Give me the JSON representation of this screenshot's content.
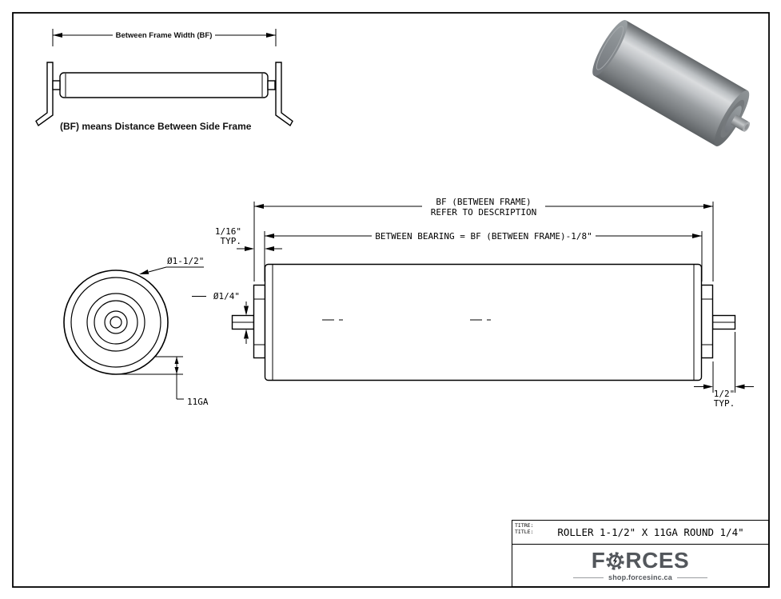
{
  "sheet": {
    "line_color": "#000000",
    "background": "#ffffff"
  },
  "bf_diagram": {
    "dimension_label": "Between Frame Width (BF)",
    "caption": "(BF) means Distance Between Side Frame"
  },
  "drawing": {
    "dim_bf_line1": "BF (BETWEEN FRAME)",
    "dim_bf_line2": "REFER TO DESCRIPTION",
    "dim_between_bearing": "BETWEEN BEARING = BF (BETWEEN FRAME)-1/8\"",
    "dim_sixteenth": "1/16\"",
    "dim_typ": "TYP.",
    "dim_roller_dia": "Ø1-1/2\"",
    "dim_axle_dia": "Ø1/4\"",
    "dim_gauge": "11GA",
    "dim_half": "1/2\""
  },
  "title_block": {
    "label_fr": "TITRE:",
    "label_en": "TITLE:",
    "title": "ROLLER 1-1/2\" X 11GA ROUND 1/4\"",
    "brand_f": "F",
    "brand_rest": "RCES",
    "website": "shop.forcesinc.ca",
    "brand_color": "#53575c"
  }
}
